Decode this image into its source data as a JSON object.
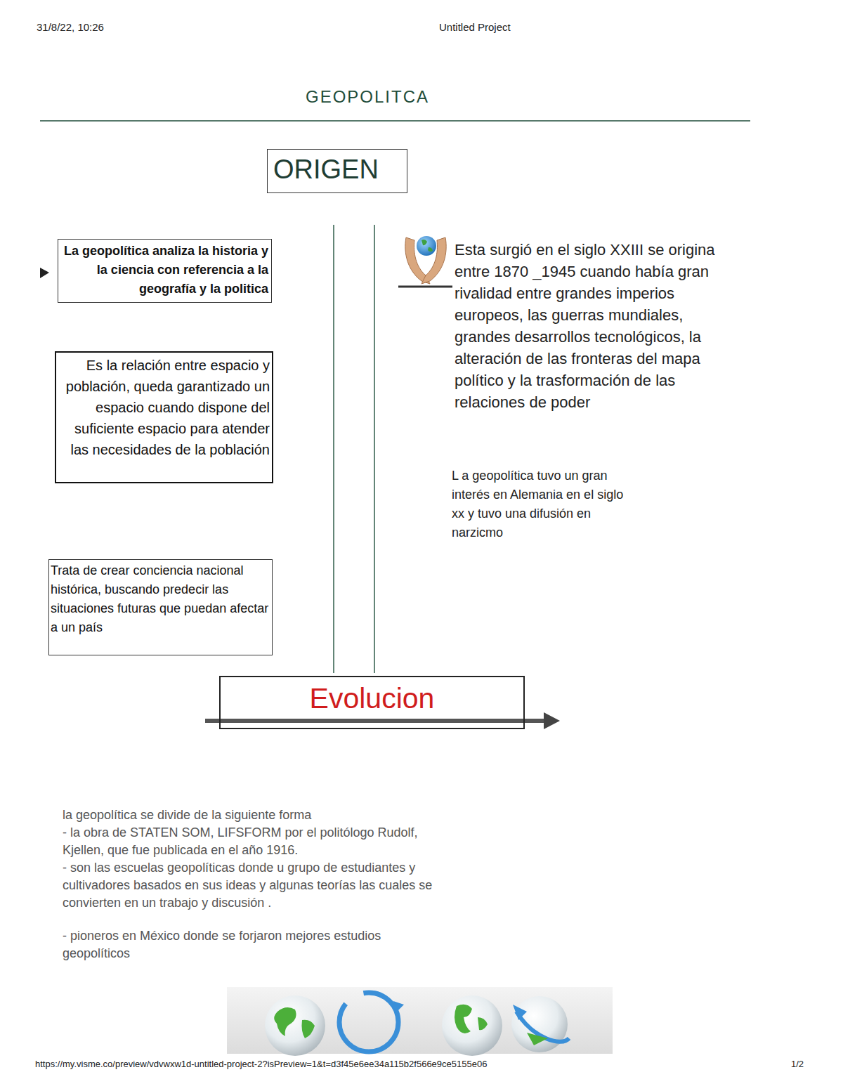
{
  "diagram": {
    "title": "GEOPOLITCA",
    "nodes": [
      {
        "text": [
          "ORIGEN"
        ]
      },
      {
        "text": [
          "La geopolítica analiza la historia y la ciencia con referencia a la geografía y la politica"
        ]
      },
      {
        "text": [
          "Es la relación entre espacio y población, queda garantizado un espacio cuando dispone del suficiente espacio para atender las necesidades de la población"
        ]
      },
      {
        "text": [
          "Trata de crear conciencia nacional histórica, buscando predecir las situaciones futuras que puedan afectar a un país"
        ]
      },
      {
        "text": [
          "Evolucion"
        ]
      }
    ],
    "labels": [
      "31/8/22, 10:26",
      "Untitled Project",
      "Esta surgió en el siglo XXIII se origina entre 1870 _1945 cuando había gran rivalidad entre grandes imperios europeos, las guerras mundiales, grandes desarrollos tecnológicos, la alteración de las fronteras del mapa político y la trasformación de las relaciones de poder",
      "L a geopolítica tuvo un gran interés en Alemania en el siglo xx y tuvo una difusión en narzicmo",
      "la geopolítica se divide de la siguiente forma",
      "- la obra de STATEN SOM, LIFSFORM por el politólogo Rudolf, Kjellen, que fue publicada en el año 1916.",
      "- son las escuelas geopolíticas donde u grupo de estudiantes y cultivadores basados en sus ideas y algunas teorías las cuales se convierten en un trabajo y discusión .",
      "- pioneros en México donde se forjaron mejores estudios geopolíticos",
      "https://my.visme.co/preview/vdvwxw1d-untitled-project-2?isPreview=1&t=d3f45e6ee34a115b2f566e9ce5155e06",
      "1/2"
    ]
  }
}
